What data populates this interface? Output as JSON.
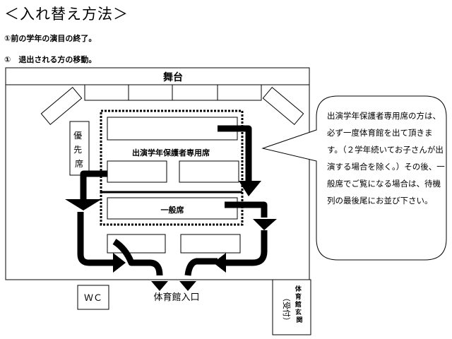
{
  "page": {
    "title": "＜入れ替え方法＞",
    "step_intro": "①前の学年の演目の終了。",
    "step_move": "①　退出される方の移動。"
  },
  "diagram": {
    "stage_label": "舞台",
    "priority_seat_label": "優先席",
    "performer_area_label": "出演学年保護者専用席",
    "general_area_label": "一般席",
    "wc_label": "ＷＣ",
    "entrance_label": "体育館入口",
    "reception_label": "（受付）",
    "gym_hall_label": "体育館玄関"
  },
  "callout": {
    "text": "出演学年保護者専用席の方は、必ず一度体育館を出て頂きます。（２学年続いてお子さんが出演する場合を除く。）その後、一般席でご覧になる場合は、待機列の最後尾にお並び下さい。"
  }
}
